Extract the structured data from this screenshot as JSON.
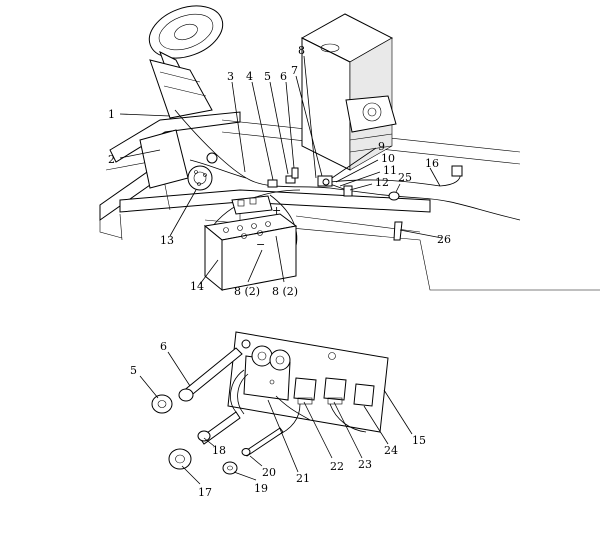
{
  "figure": {
    "upper_labels": [
      "1",
      "2",
      "3",
      "4",
      "5",
      "6",
      "7",
      "8",
      "9",
      "10",
      "11",
      "12",
      "13",
      "14",
      "16",
      "25",
      "26",
      "8 (2)",
      "8 (2)"
    ],
    "lower_labels": [
      "5",
      "6",
      "15",
      "17",
      "18",
      "19",
      "20",
      "21",
      "22",
      "23",
      "24"
    ],
    "battery_marks": {
      "minus": "−",
      "plus": "+"
    }
  }
}
